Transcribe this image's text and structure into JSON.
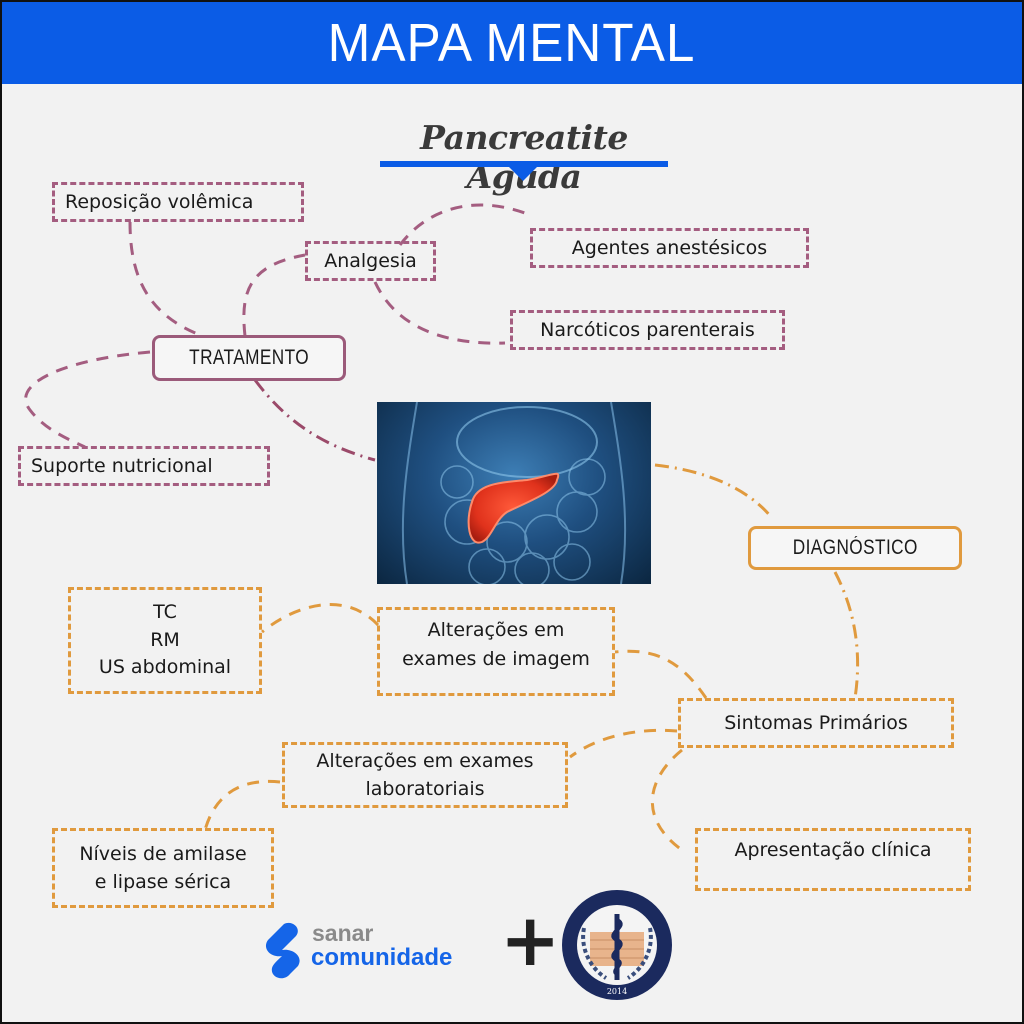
{
  "header": {
    "title": "MAPA MENTAL"
  },
  "topic": {
    "title": "Pancreatite Aguda"
  },
  "colors": {
    "header_blue": "#0b5ce6",
    "treatment_purple": "#a45d80",
    "diagnosis_orange": "#e09a3e",
    "background": "#f2f2f2"
  },
  "central_image": {
    "description": "Anatomical illustration of the abdomen with the pancreas highlighted in red"
  },
  "branches": {
    "treatment": {
      "label": "TRATAMENTO",
      "children": {
        "fluid": "Reposição volêmica",
        "analgesia": "Analgesia",
        "anesthetics": "Agentes anestésicos",
        "narcotics": "Narcóticos parenterais",
        "nutrition": "Suporte nutricional"
      }
    },
    "diagnosis": {
      "label": "DIAGNÓSTICO",
      "children": {
        "primary_symptoms": "Sintomas Primários",
        "clinical_presentation": "Apresentação clínica",
        "imaging_changes": "Alterações em\nexames de imagem",
        "imaging_methods": "TC\nRM\nUS abdominal",
        "lab_changes": "Alterações em  exames\nlaboratoriais",
        "enzyme_levels": "Níveis de amilase\ne lipase sérica"
      }
    }
  },
  "footer": {
    "sanar_line1": "sanar",
    "sanar_line2": "comunidade",
    "plus": "+",
    "seal_ring_text": "LIGA ACADÊMICA DE MEDICINA INTERNA",
    "seal_year": "2014"
  }
}
